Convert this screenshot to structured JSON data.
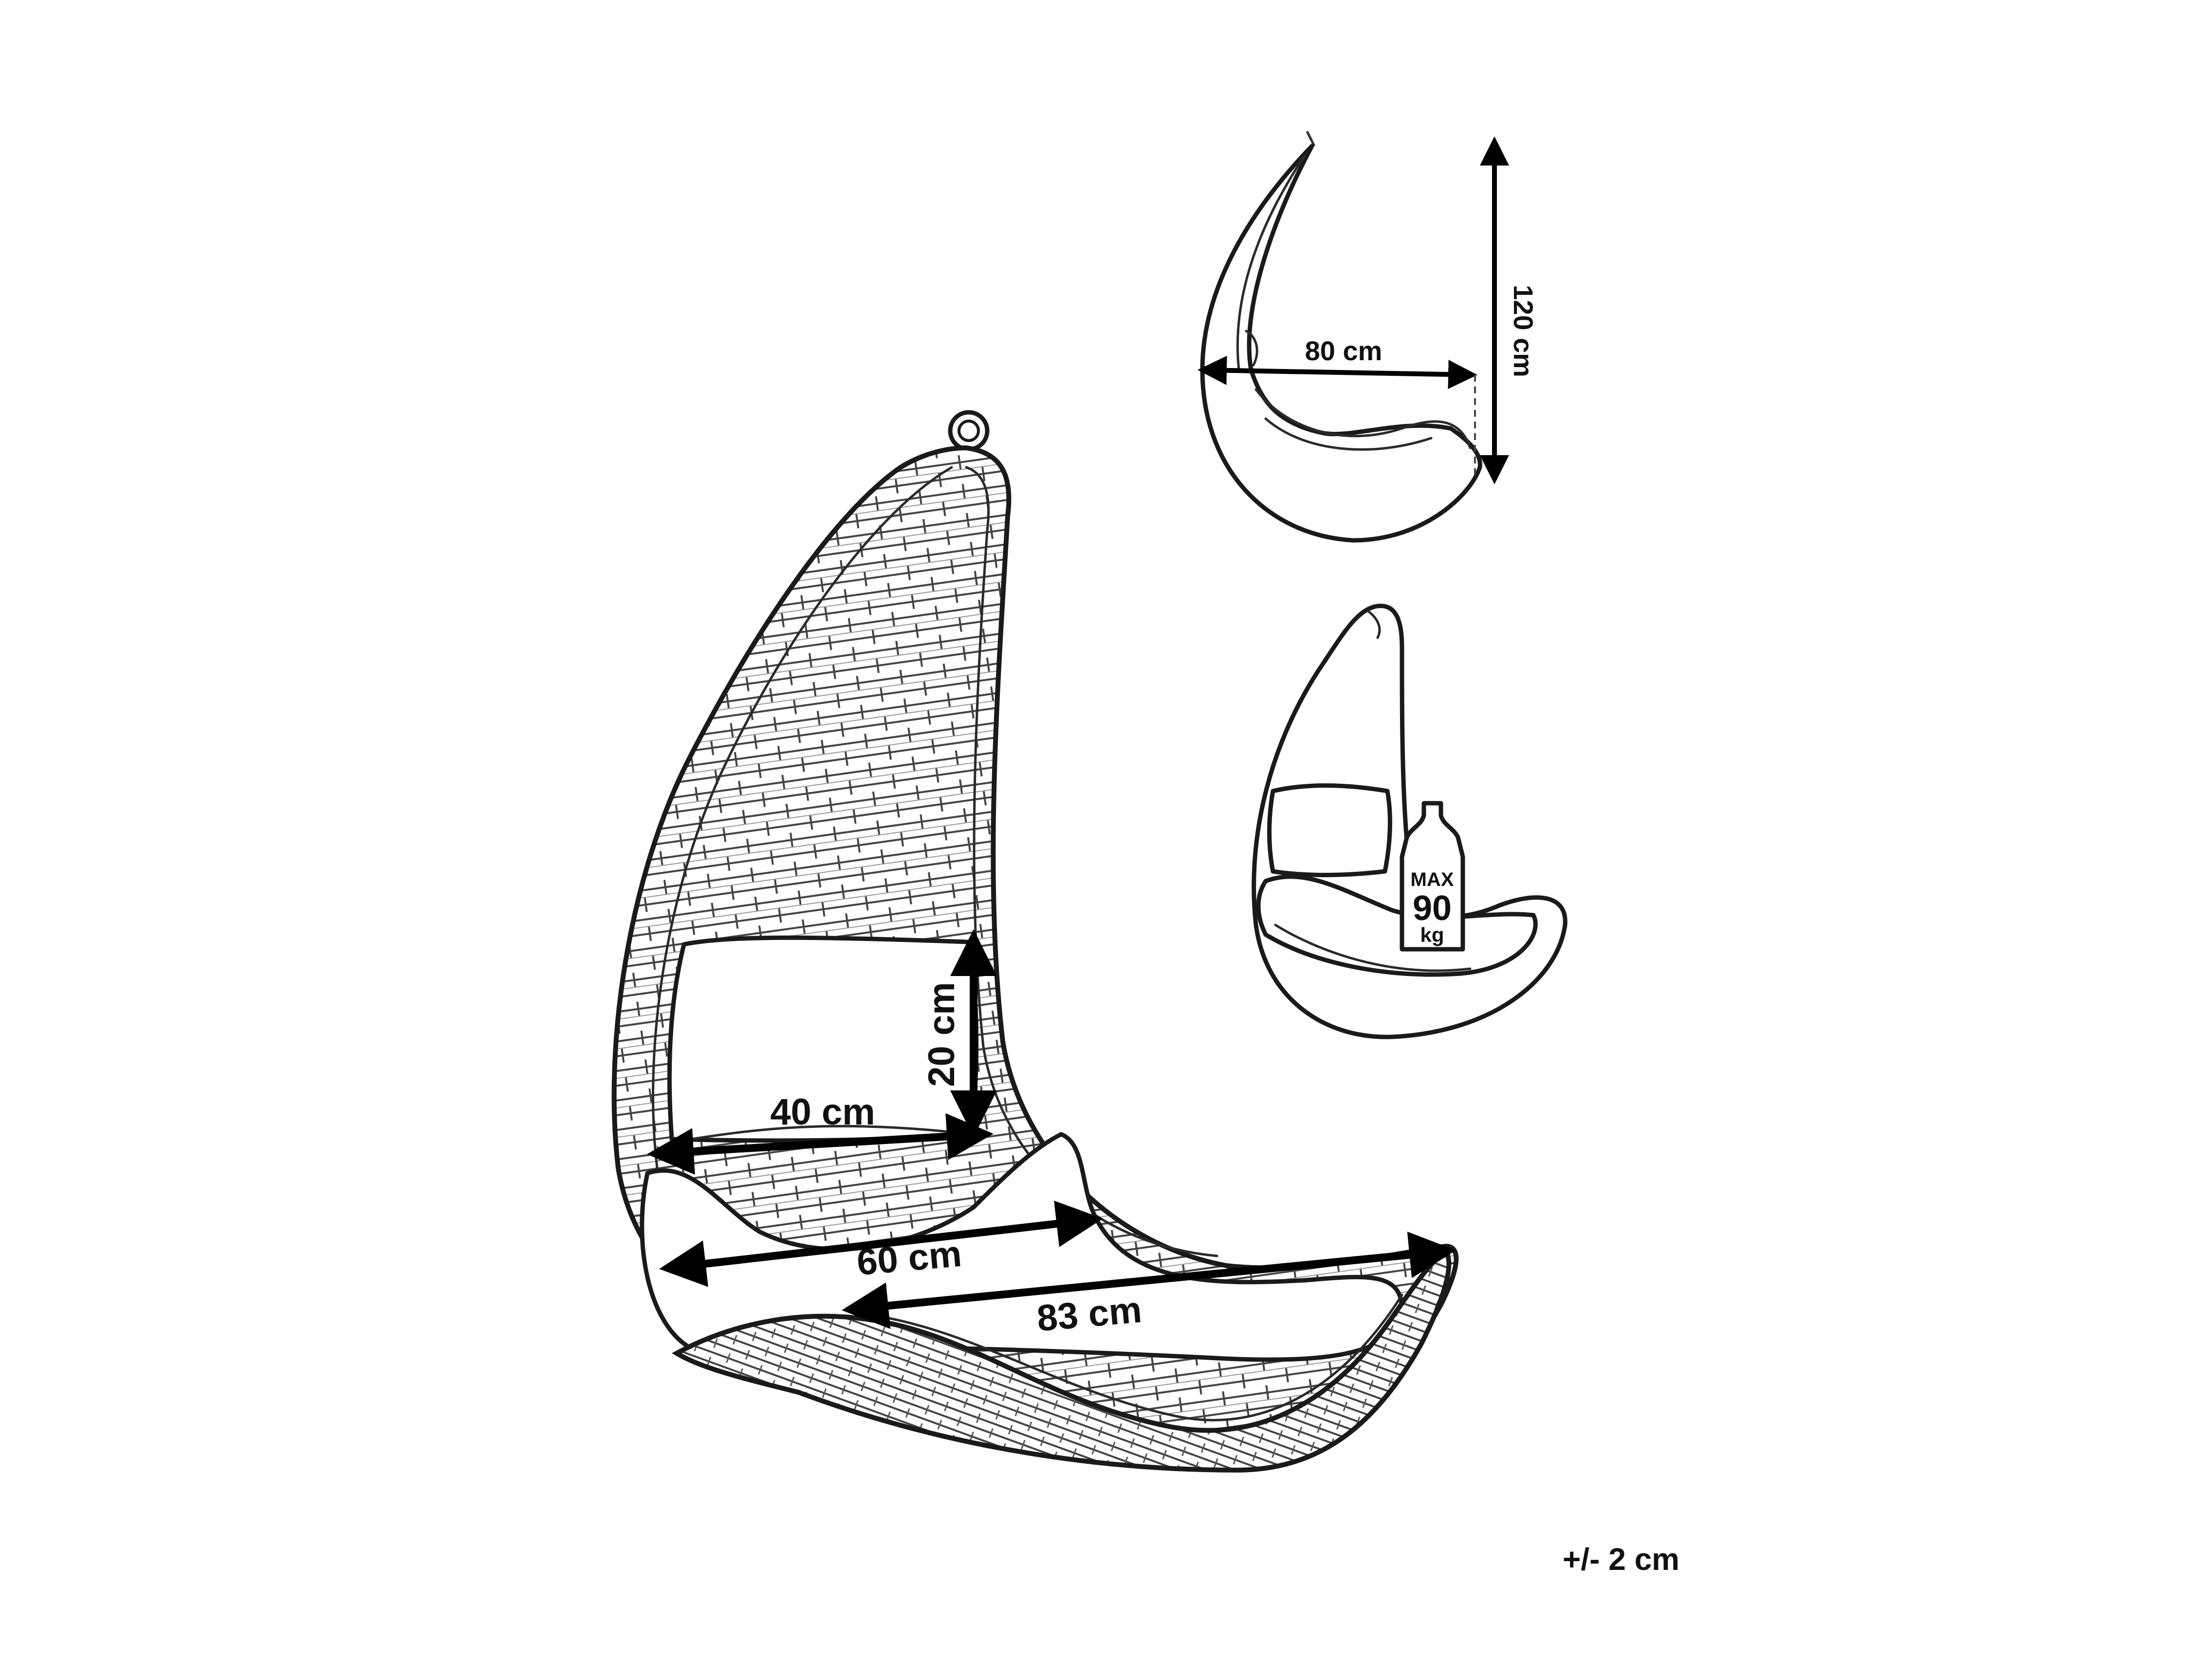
{
  "dimensions": {
    "pillow_height": "20 cm",
    "pillow_width": "40 cm",
    "seat_width": "60 cm",
    "seat_length": "83 cm",
    "side_depth": "80 cm",
    "side_height": "120 cm",
    "tolerance": "+/- 2 cm"
  },
  "weight_badge": {
    "max_label": "MAX",
    "value": "90",
    "unit": "kg"
  },
  "colors": {
    "line": "#1a1a1a",
    "arrow": "#000000",
    "background": "#ffffff"
  }
}
